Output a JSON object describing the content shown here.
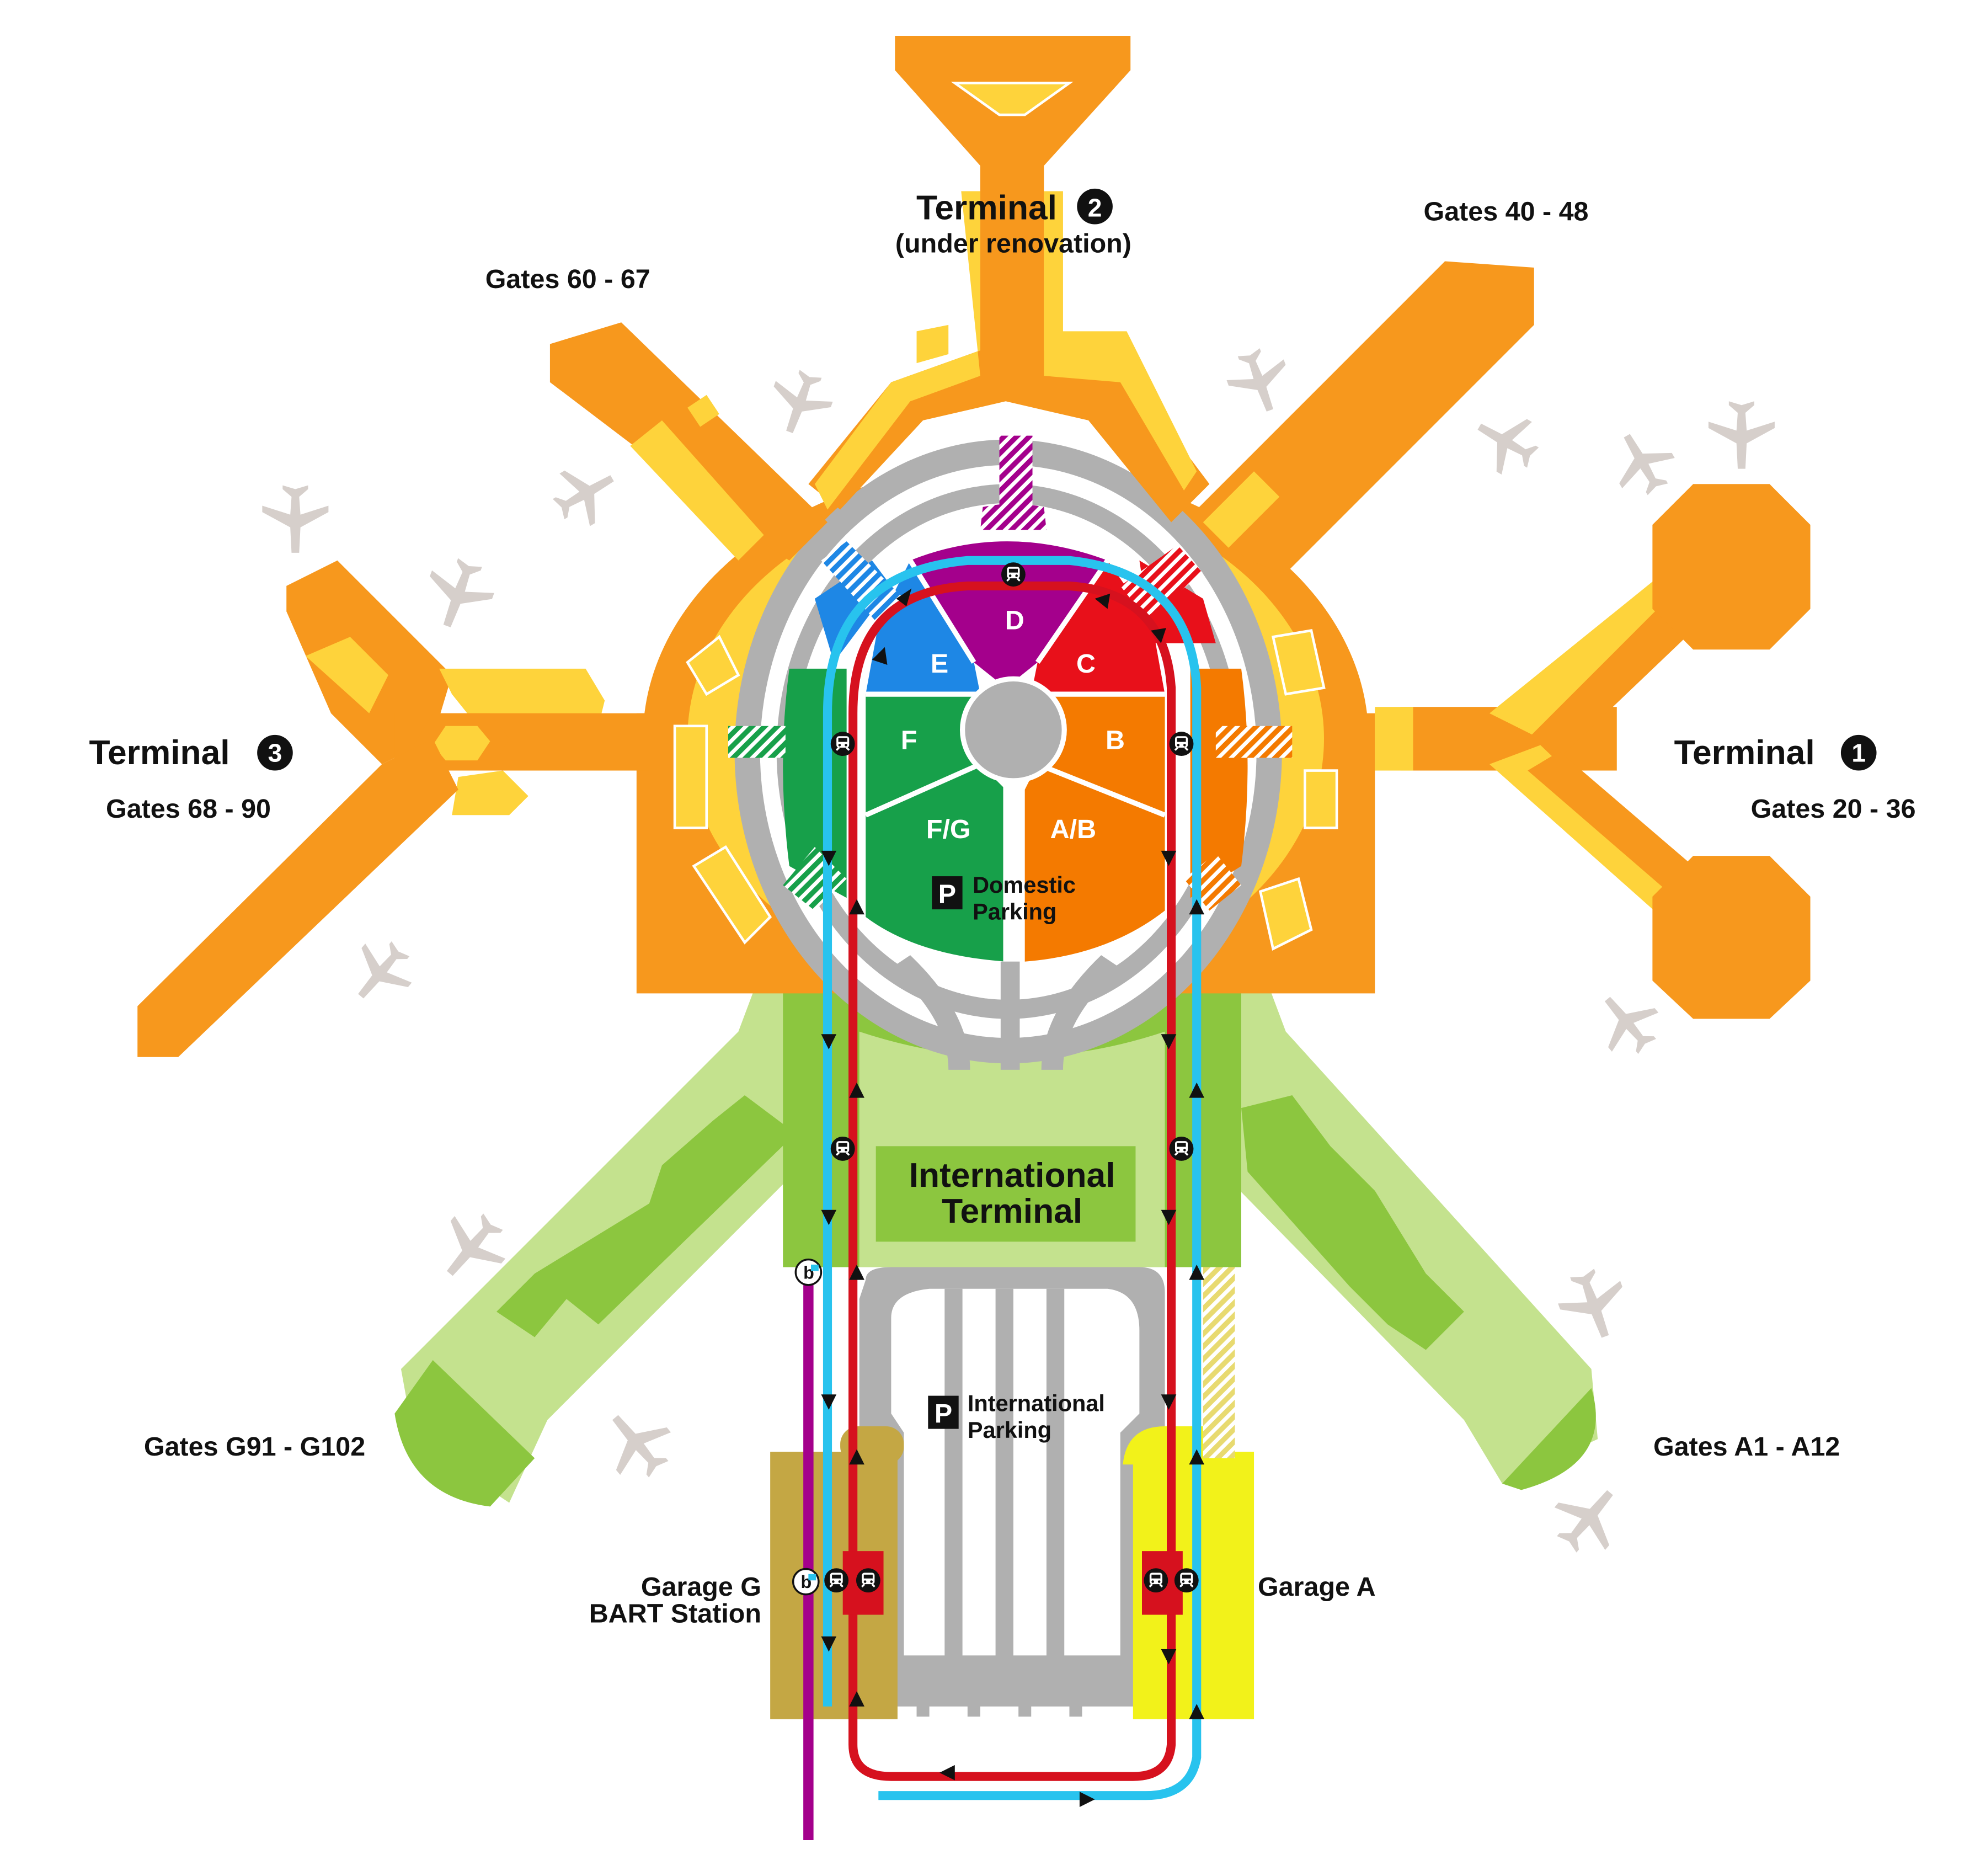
{
  "terminals": {
    "t1": {
      "title": "Terminal",
      "number": "1",
      "gates": "Gates 20 - 36"
    },
    "t2": {
      "title": "Terminal",
      "number": "2",
      "subtitle": "(under renovation)",
      "gates": "Gates 40 - 48"
    },
    "t3": {
      "title": "Terminal",
      "number": "3",
      "gates": "Gates 68 - 90"
    },
    "t3_north_gates": "Gates 60 - 67",
    "international": {
      "line1": "International",
      "line2": "Terminal",
      "gates_g": "Gates G91 - G102",
      "gates_a": "Gates A1 - A12"
    }
  },
  "parking": {
    "icon": "P",
    "domestic": {
      "line1": "Domestic",
      "line2": "Parking"
    },
    "international": {
      "line1": "International",
      "line2": "Parking"
    },
    "sections": [
      "D",
      "E",
      "C",
      "F",
      "B",
      "F/G",
      "A/B"
    ]
  },
  "garages": {
    "g": {
      "line1": "Garage G",
      "line2": "BART Station"
    },
    "a": "Garage A"
  },
  "colors": {
    "domestic_orange": "#F7981D",
    "concourse_yellow": "#FED33B",
    "international_green": "#8CC63F",
    "international_light": "#C4E28E",
    "airtrain_red": "#D6111E",
    "airtrain_blue": "#28C3EE",
    "bart_purple": "#A4008C",
    "garage_g": "#C4A744",
    "garage_a": "#F2F21A",
    "roads": "#B0B0B0"
  },
  "icons": [
    "airplane-icon",
    "airtrain-station-icon",
    "bart-icon",
    "parking-icon",
    "direction-arrow-icon"
  ]
}
